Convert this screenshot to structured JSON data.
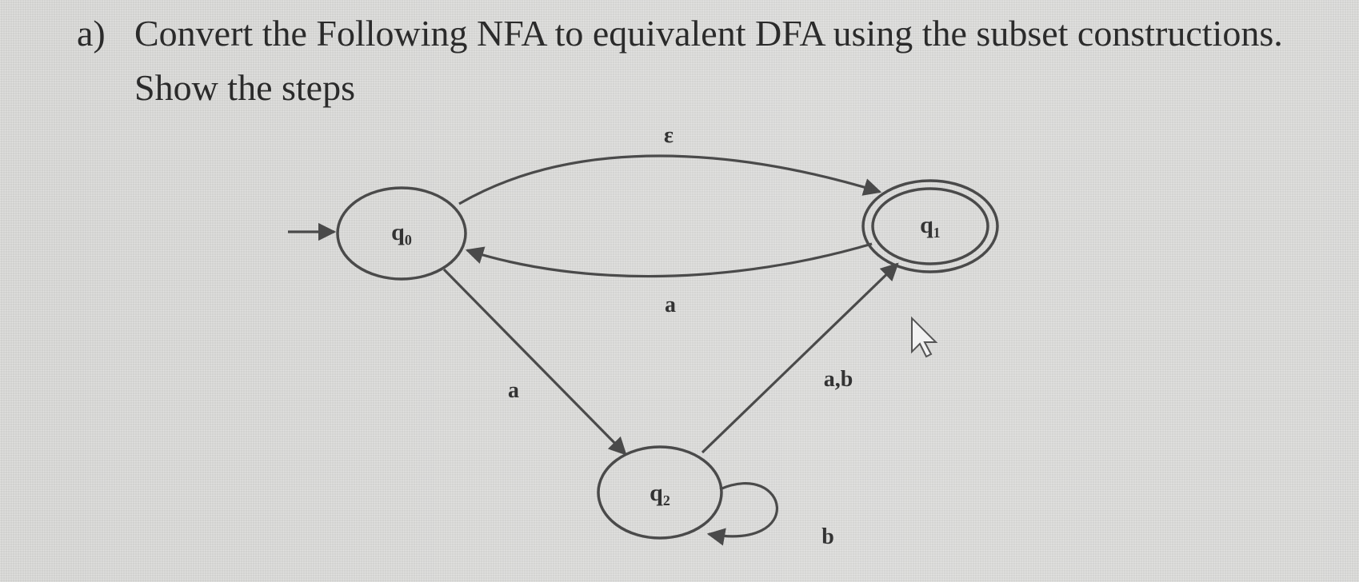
{
  "question": {
    "label": "a)",
    "line1": "Convert the Following NFA to equivalent DFA using the subset constructions.",
    "line2": "Show the steps"
  },
  "nfa": {
    "states": [
      {
        "id": "q0",
        "label": "q₀",
        "start": true,
        "accepting": false
      },
      {
        "id": "q1",
        "label": "q₁",
        "start": false,
        "accepting": true
      },
      {
        "id": "q2",
        "label": "q₂",
        "start": false,
        "accepting": false
      }
    ],
    "transitions": [
      {
        "from": "q0",
        "to": "q1",
        "label": "ε"
      },
      {
        "from": "q1",
        "to": "q0",
        "label": "a"
      },
      {
        "from": "q0",
        "to": "q2",
        "label": "a"
      },
      {
        "from": "q2",
        "to": "q1",
        "label": "a,b"
      },
      {
        "from": "q2",
        "to": "q2",
        "label": "b"
      }
    ]
  },
  "colors": {
    "background": "#d8d8d6",
    "ink": "#4a4a4a"
  }
}
